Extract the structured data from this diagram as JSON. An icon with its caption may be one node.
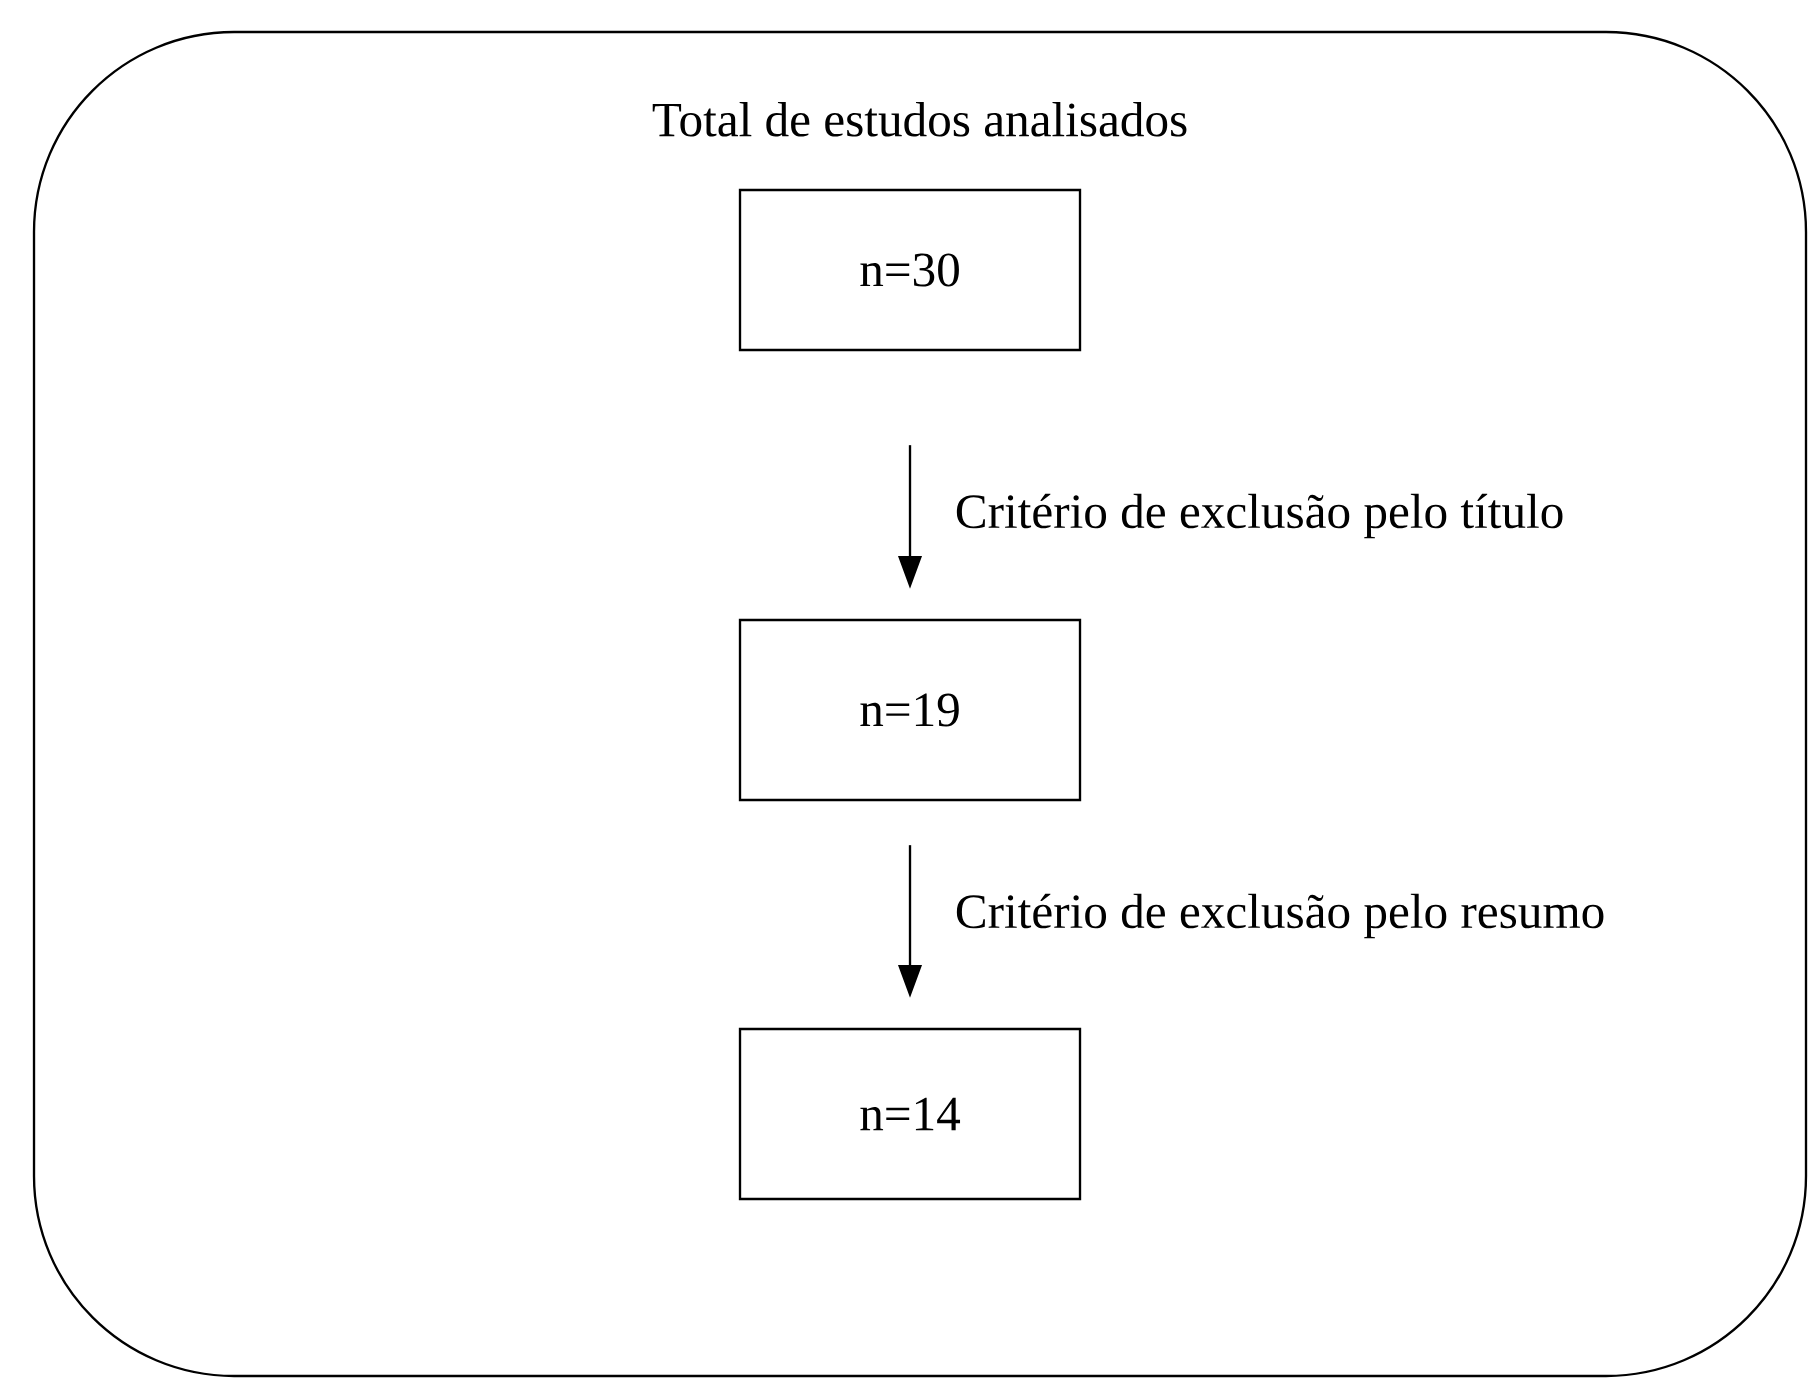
{
  "diagram": {
    "nodes": [
      {
        "text": [
          "Total de estudos analisados"
        ]
      },
      {
        "text": [
          "n=30"
        ],
        "in": 0
      },
      {
        "text": [
          "n=19"
        ],
        "in": 0
      },
      {
        "text": [
          "n=14"
        ],
        "in": 0
      }
    ],
    "edges": [
      {
        "from": 1,
        "to": 2,
        "arrow": "to",
        "label": "Critério de exclusão pelo título"
      },
      {
        "from": 2,
        "to": 3,
        "arrow": "to",
        "label": "Critério de exclusão pelo resumo"
      }
    ]
  }
}
